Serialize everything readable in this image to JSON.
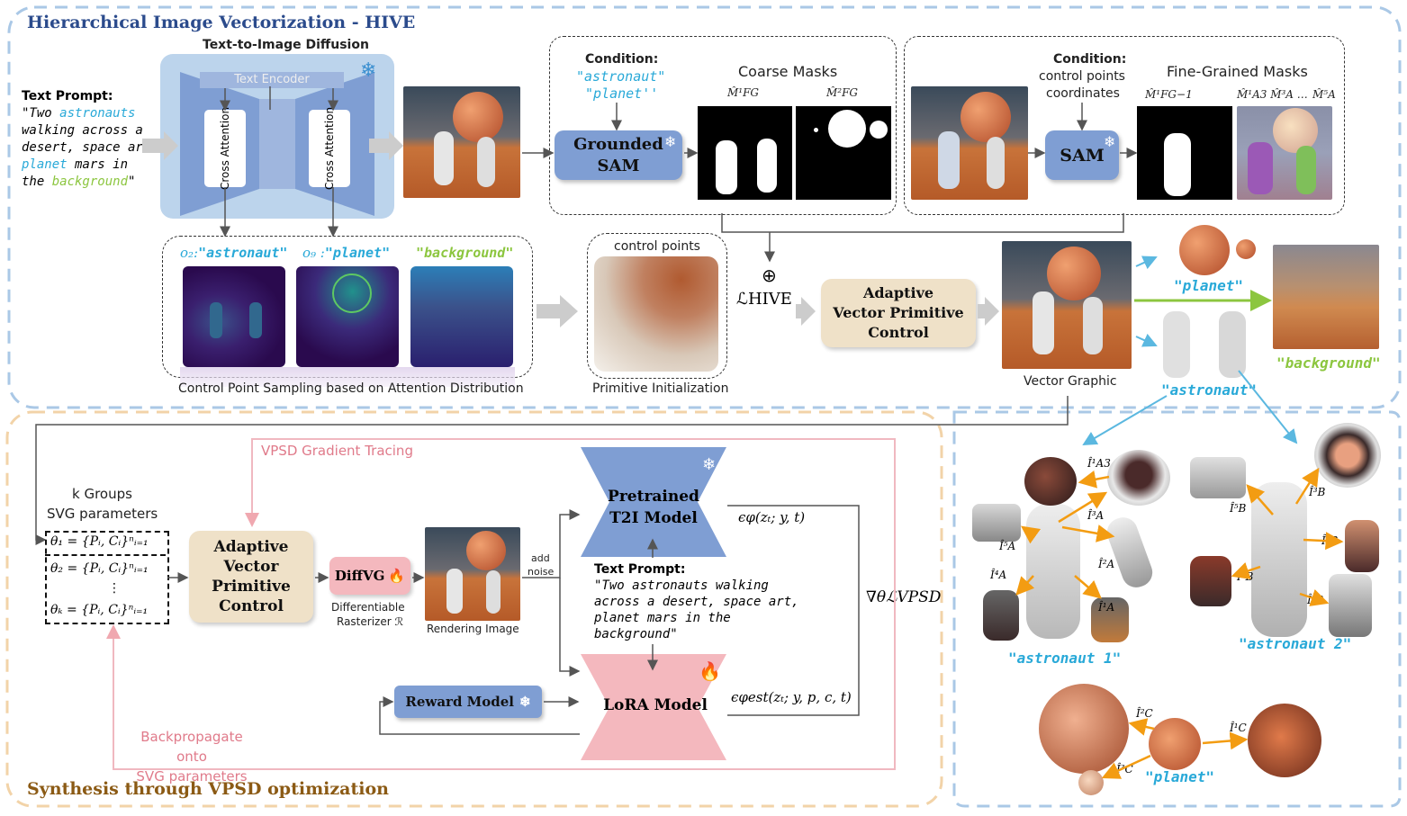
{
  "titles": {
    "top": "Hierarchical Image Vectorization - HIVE",
    "bottom": "Synthesis through VPSD optimization"
  },
  "diffusion": {
    "title": "Text-to-Image Diffusion",
    "encoder": "Text Encoder",
    "cross1": "Cross Attention",
    "cross2": "Cross Attention"
  },
  "prompt": {
    "label": "Text Prompt:",
    "p1": "\"Two ",
    "w_astronauts": "astronauts",
    "p2": "walking across a",
    "p3": "desert, space art,",
    "w_planet": "planet",
    "p4": " mars in",
    "p5": "the ",
    "w_background": "background",
    "p6": "\""
  },
  "grounded": {
    "cond_label": "Condition:",
    "cond1": "\"astronaut\"",
    "cond2": "\"planet''",
    "box1": "Grounded",
    "box2": "SAM",
    "coarse": "Coarse Masks",
    "m1": "M̂¹FG",
    "m2": "M̂²FG"
  },
  "sam": {
    "cond_label": "Condition:",
    "cond1": "control points",
    "cond2": "coordinates",
    "box": "SAM",
    "fine": "Fine-Grained Masks",
    "m1": "M̂¹FG−1",
    "m2": "M̂¹A3 M̂³A …",
    "m3": "M̂⁵A"
  },
  "attention": {
    "o2": "o₂:",
    "o2w": "\"astronaut\"",
    "o9": "o₉ :",
    "o9w": "\"planet\"",
    "bg": "\"background\"",
    "caption": "Control Point Sampling based on Attention Distribution"
  },
  "init": {
    "top": "control points",
    "caption": "Primitive Initialization"
  },
  "loss": {
    "plus": "⊕",
    "name": "ℒHIVE"
  },
  "avpc_top": {
    "l1": "Adaptive",
    "l2": "Vector Primitive",
    "l3": "Control"
  },
  "vector": {
    "caption": "Vector Graphic",
    "planet": "\"planet\"",
    "astronaut": "\"astronaut\"",
    "background": "\"background\""
  },
  "vpsd": {
    "tracing": "VPSD Gradient Tracing",
    "groups1": "k Groups",
    "groups2": "SVG parameters",
    "theta1": "θ₁ = {Pᵢ, Cᵢ}ⁿᵢ₌₁",
    "theta2": "θ₂ = {Pᵢ, Cᵢ}ⁿᵢ₌₁",
    "vdots": "⋮",
    "thetak": "θₖ = {Pᵢ, Cᵢ}ⁿᵢ₌₁",
    "avpc1": "Adaptive",
    "avpc2": "Vector",
    "avpc3": "Primitive",
    "avpc4": "Control",
    "diffvg": "DiffVG",
    "rast1": "Differentiable",
    "rast2": "Rasterizer ℛ",
    "render": "Rendering Image",
    "addnoise1": "add",
    "addnoise2": "noise",
    "t2i1": "Pretrained",
    "t2i2": "T2I Model",
    "prompt_label": "Text Prompt:",
    "prompt1": "\"Two astronauts walking",
    "prompt2": "across a desert, space art,",
    "prompt3": "planet mars in the",
    "prompt4": "background\"",
    "lora": "LoRA Model",
    "reward": "Reward Model",
    "eps_phi": "ϵφ(zₜ; y, t)",
    "eps_est": "ϵφest(zₜ; y, p, c, t)",
    "grad": "∇θℒVPSD",
    "back1": "Backpropagate onto",
    "back2": "SVG parameters"
  },
  "parts": {
    "a1": "\"astronaut 1\"",
    "a2": "\"astronaut 2\"",
    "planet": "\"planet\"",
    "iA13": "Î¹A3",
    "iA3": "Î³A",
    "iA5": "Î⁵A",
    "iA2": "Î²A",
    "iA4": "Î⁴A",
    "iA1": "Î¹A",
    "iB3": "Î³B",
    "iB5": "Î⁵B",
    "iB2": "Î²B",
    "iB4": "Î⁴B",
    "iB1": "Î¹B",
    "iC2": "Î²C",
    "iC1": "Î¹C",
    "iC3": "Î³C"
  },
  "colors": {
    "title_top": "#2b4b8c",
    "title_bottom": "#8b5a14",
    "cyan": "#29a9d8",
    "green": "#8cc63f",
    "pink": "#e07a8a",
    "orange": "#f39c12",
    "box_blue": "#7f9ed3",
    "box_tan": "#efe1c8",
    "box_pink": "#f4b8be"
  }
}
